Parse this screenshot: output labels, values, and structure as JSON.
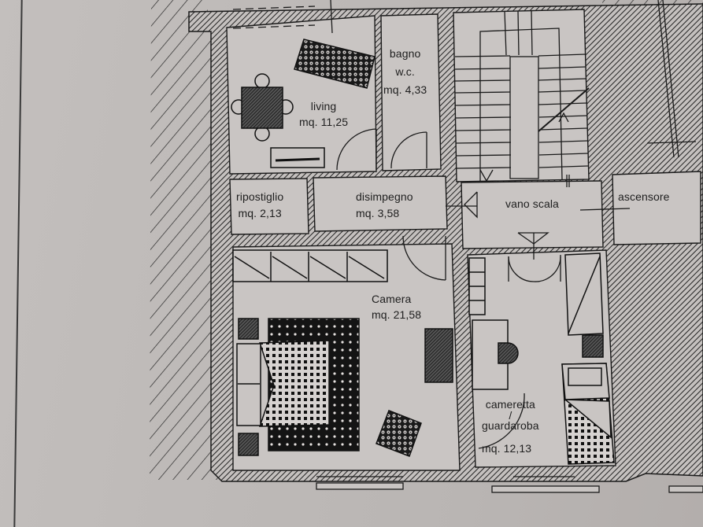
{
  "plan": {
    "type": "architectural-floor-plan",
    "unit_label": "mq."
  },
  "rooms": {
    "living": {
      "name": "living",
      "area": "mq. 11,25"
    },
    "bagno": {
      "name": "bagno",
      "sub": "w.c.",
      "area": "mq. 4,33"
    },
    "ripostiglio": {
      "name": "ripostiglio",
      "area": "mq. 2,13"
    },
    "disimpegno": {
      "name": "disimpegno",
      "area": "mq. 3,58"
    },
    "vano_scala": {
      "name": "vano scala"
    },
    "ascensore": {
      "name": "ascensore"
    },
    "camera": {
      "name": "Camera",
      "area": "mq. 21,58"
    },
    "cameretta": {
      "name": "cameretta",
      "sep": "/",
      "name2": "guardaroba",
      "area": "mq. 12,13"
    }
  },
  "colors": {
    "paper": "#bdb9b7",
    "ink": "#1e1e1e",
    "room_fill": "#c9c5c3"
  }
}
